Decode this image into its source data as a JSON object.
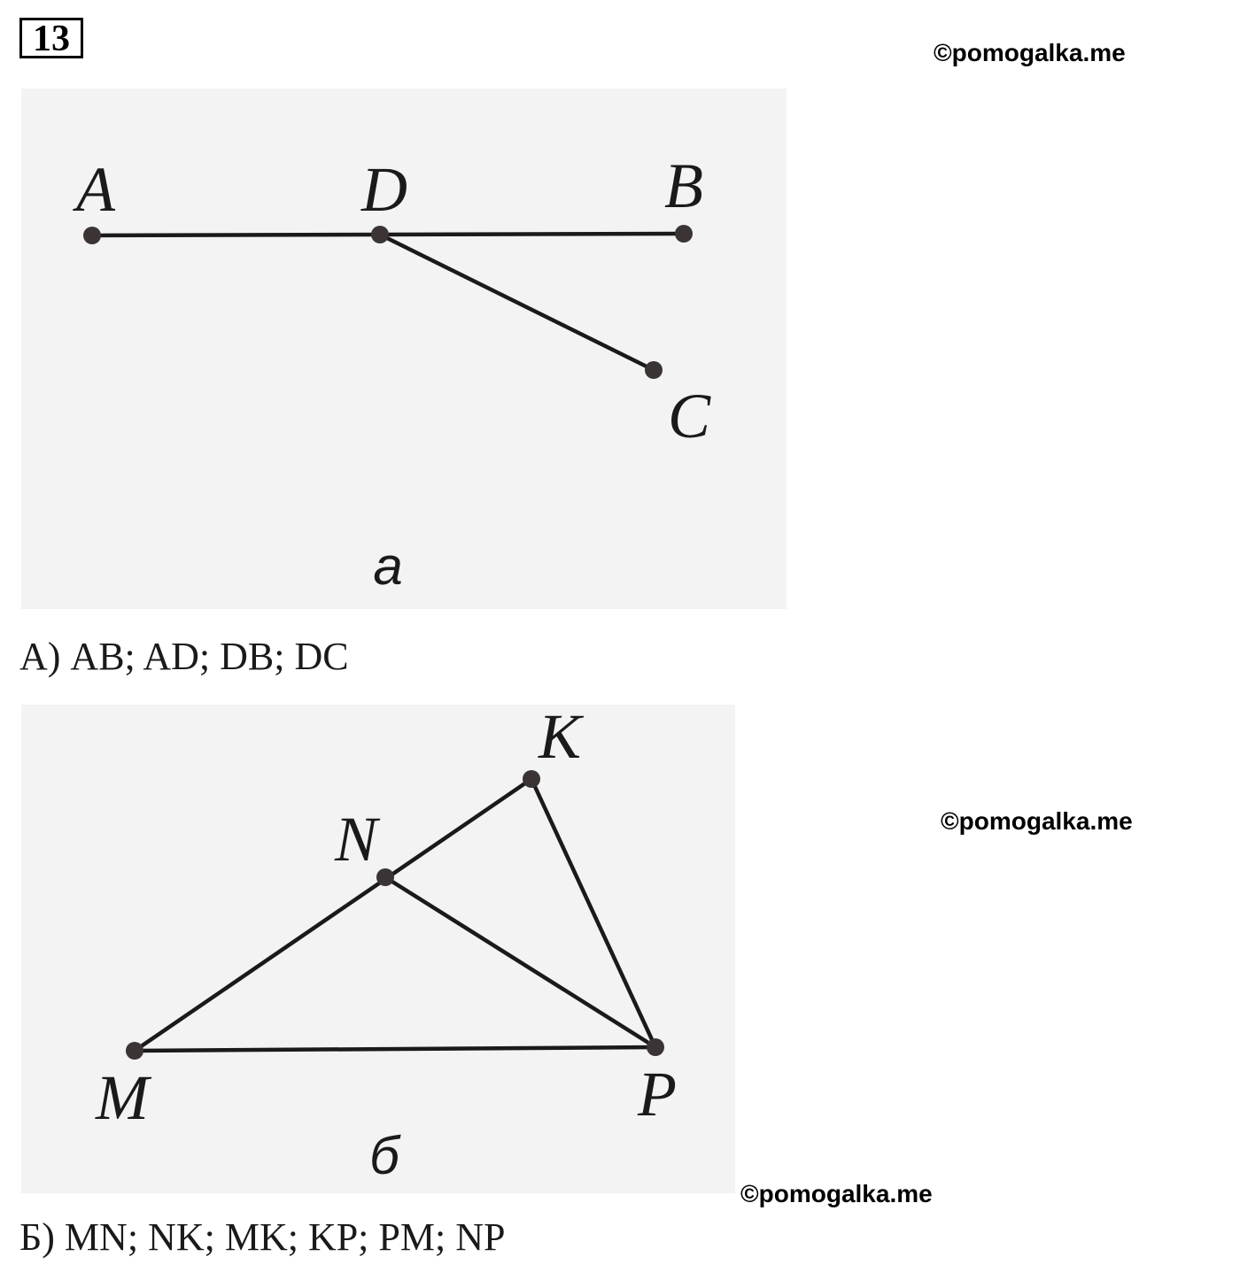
{
  "problem": {
    "number": "13"
  },
  "watermarks": [
    "©pomogalka.me",
    "©pomogalka.me",
    "©pomogalka.me"
  ],
  "figure_a": {
    "caption": "а",
    "points": {
      "A": "A",
      "D": "D",
      "B": "B",
      "C": "C"
    },
    "segments": [
      [
        "A",
        "B"
      ],
      [
        "D",
        "C"
      ]
    ]
  },
  "figure_b": {
    "caption": "б",
    "points": {
      "M": "M",
      "N": "N",
      "K": "K",
      "P": "P"
    },
    "segments": [
      [
        "M",
        "K"
      ],
      [
        "K",
        "P"
      ],
      [
        "M",
        "P"
      ],
      [
        "N",
        "P"
      ]
    ]
  },
  "answers": {
    "a": "А) AB; AD; DB; DC",
    "b": "Б) MN; NK; MK; KP; PM; NP"
  },
  "colors": {
    "figure_background": "#f3f3f3",
    "ink": "#1a1a1a",
    "point": "#3a3434"
  }
}
